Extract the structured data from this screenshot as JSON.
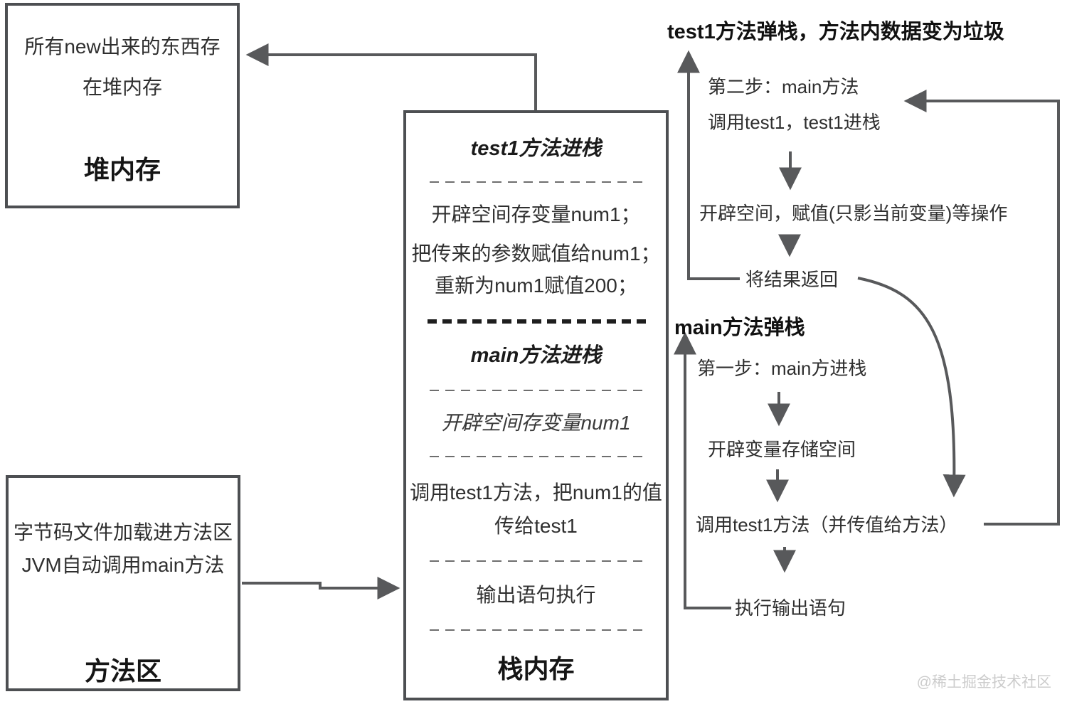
{
  "heap_box": {
    "line1": "所有new出来的东西存",
    "line2": "在堆内存",
    "title": "堆内存"
  },
  "method_box": {
    "line1": "字节码文件加载进方法区",
    "line2": "JVM自动调用main方法",
    "title": "方法区"
  },
  "stack_box": {
    "header1": "test1方法进栈",
    "step_lines": [
      "开辟空间存变量num1；",
      "把传来的参数赋值给num1；",
      "重新为num1赋值200；"
    ],
    "header2": "main方法进栈",
    "alloc_line": "开辟空间存变量num1",
    "call_line1": "调用test1方法，把num1的值",
    "call_line2": "传给test1",
    "output_line": "输出语句执行",
    "title": "栈内存"
  },
  "flow": {
    "pop_title": "test1方法弹栈，方法内数据变为垃圾",
    "step2_line1": "第二步：main方法",
    "step2_line2": "调用test1，test1进栈",
    "alloc_assign": "开辟空间，赋值(只影当前变量)等操作",
    "return_result": "将结果返回",
    "main_pop_title": "main方法弹栈",
    "step1": "第一步：main方进栈",
    "alloc_var": "开辟变量存储空间",
    "call_test1": "调用test1方法（并传值给方法）",
    "exec_output": "执行输出语句"
  },
  "watermark": "@稀土掘金技术社区",
  "colors": {
    "line": "#58595b",
    "border": "#4d4f52",
    "text": "#2f2f2f",
    "watermark": "#cccccc"
  }
}
